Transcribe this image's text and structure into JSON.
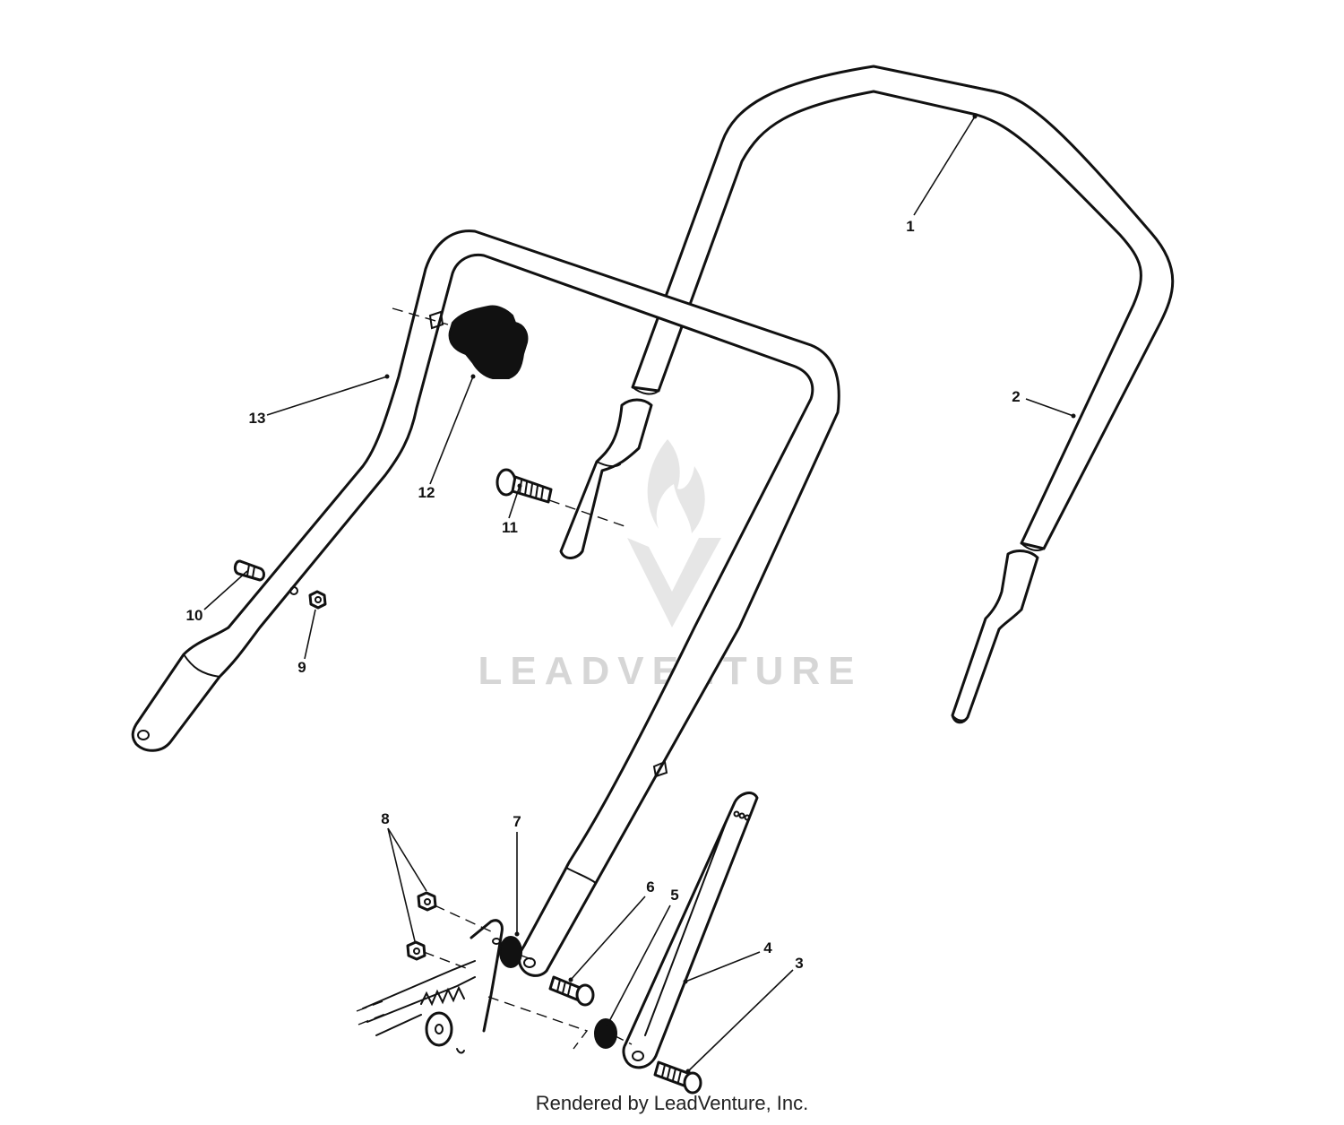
{
  "diagram": {
    "callouts": [
      {
        "id": "1",
        "label": "1"
      },
      {
        "id": "2",
        "label": "2"
      },
      {
        "id": "3",
        "label": "3"
      },
      {
        "id": "4",
        "label": "4"
      },
      {
        "id": "5",
        "label": "5"
      },
      {
        "id": "6",
        "label": "6"
      },
      {
        "id": "7",
        "label": "7"
      },
      {
        "id": "8",
        "label": "8"
      },
      {
        "id": "9",
        "label": "9"
      },
      {
        "id": "10",
        "label": "10"
      },
      {
        "id": "11",
        "label": "11"
      },
      {
        "id": "12",
        "label": "12"
      },
      {
        "id": "13",
        "label": "13"
      }
    ],
    "watermark": "LEADVENTURE",
    "footer": "Rendered by LeadVenture, Inc.",
    "colors": {
      "line": "#111111",
      "watermark": "#d6d6d6",
      "background": "#ffffff"
    }
  }
}
